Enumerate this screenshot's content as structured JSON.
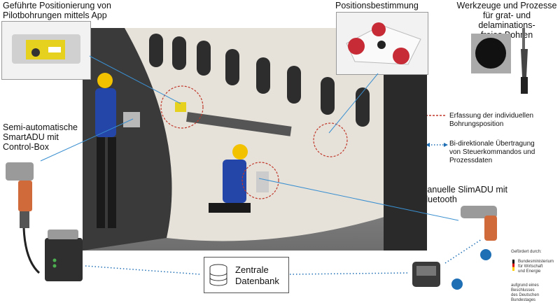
{
  "labels": {
    "guided_positioning": [
      "Geführte Positionierung von",
      "Pilotbohrungen mittels App"
    ],
    "position_detection": "Positionsbestimmung",
    "tools": [
      "Werkzeuge und Prozesse",
      "für grat- und delaminations-",
      "freies Bohren"
    ],
    "semi_auto": [
      "Semi-automatische",
      "SmartADU mit",
      "Control-Box"
    ],
    "manual": [
      "Manuelle SlimADU mit",
      "Bluetooth"
    ],
    "database": [
      "Zentrale",
      "Datenbank"
    ],
    "funding": {
      "header": "Gefördert durch:",
      "ministry": [
        "Bundesministerium",
        "für Wirtschaft",
        "und Energie"
      ],
      "basis": [
        "aufgrund eines Beschlusses",
        "des Deutschen Bundestages"
      ]
    }
  },
  "legend": [
    {
      "type": "red-dashed",
      "color": "#c0392b",
      "text": [
        "Erfassung der individuellen",
        "Bohrungsposition"
      ]
    },
    {
      "type": "blue-dotted-arrow",
      "color": "#1f6fb5",
      "text": [
        "Bi-direktionale Übertragung",
        "von Steuerkommandos und",
        "Prozessdaten"
      ]
    }
  ],
  "colors": {
    "leader_blue": "#3a8fd0",
    "flow_blue": "#1f6fb5",
    "marker_red": "#c0392b"
  }
}
